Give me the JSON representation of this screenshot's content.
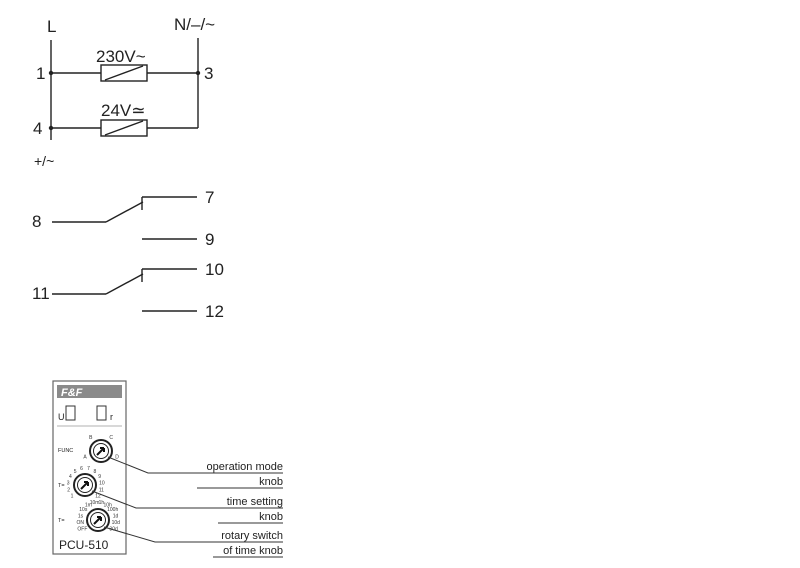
{
  "wiring": {
    "terminal_L": "L",
    "terminal_N": "N/–/~",
    "terminal_1": "1",
    "terminal_3": "3",
    "terminal_4": "4",
    "polarity": "+/~",
    "coil_230": "230V~",
    "coil_24": "24V≃"
  },
  "contacts": {
    "t7": "7",
    "t8": "8",
    "t9": "9",
    "t10": "10",
    "t11": "11",
    "t12": "12"
  },
  "device": {
    "brand": "F&F",
    "led_u": "U",
    "led_r": "r",
    "func_label": "FUNC",
    "t_label": "T=",
    "t2_label": "T=",
    "model": "PCU-510",
    "func_ticks": [
      "A",
      "B",
      "C",
      "D"
    ],
    "time_ticks": [
      "1",
      "2",
      "3",
      "4",
      "5",
      "6",
      "7",
      "8",
      "9",
      "10",
      "11",
      "12"
    ],
    "range_ticks": [
      "OFF",
      "ON",
      "1s",
      "10s",
      "1m",
      "10m",
      "1h",
      "10h",
      "100h",
      "1d",
      "10d",
      "30d"
    ]
  },
  "callouts": {
    "op_mode_1": "operation mode",
    "op_mode_2": "knob",
    "time_set_1": "time setting",
    "time_set_2": "knob",
    "rotary_1": "rotary switch",
    "rotary_2": "of time knob"
  }
}
